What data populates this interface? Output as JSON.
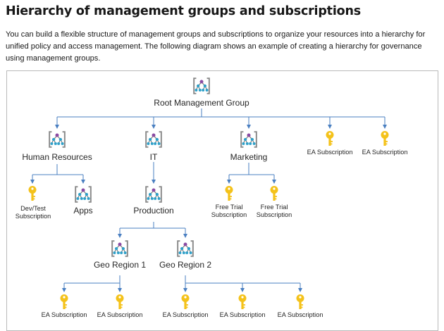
{
  "article": {
    "title": "Hierarchy of management groups and subscriptions",
    "intro": "You can build a flexible structure of management groups and subscriptions to organize your resources into a hierarchy for unified policy and access management. The following diagram shows an example of creating a hierarchy for governance using management groups."
  },
  "diagram": {
    "root": "Root Management Group",
    "human_resources": "Human Resources",
    "it": "IT",
    "marketing": "Marketing",
    "ea_sub_top_1": "EA Subscription",
    "ea_sub_top_2": "EA Subscription",
    "devtest_line1": "Dev/Test",
    "devtest_line2": "Subscription",
    "apps": "Apps",
    "production": "Production",
    "free_trial_1_line1": "Free Trial",
    "free_trial_1_line2": "Subscription",
    "free_trial_2_line1": "Free Trial",
    "free_trial_2_line2": "Subscription",
    "geo_region_1": "Geo Region 1",
    "geo_region_2": "Geo Region 2",
    "ea_sub_bottom_1": "EA Subscription",
    "ea_sub_bottom_2": "EA Subscription",
    "ea_sub_bottom_3": "EA Subscription",
    "ea_sub_bottom_4": "EA Subscription",
    "ea_sub_bottom_5": "EA Subscription"
  },
  "icons": {
    "management_group": "management-group-icon",
    "subscription": "subscription-key-icon"
  },
  "colors": {
    "connector": "#4a7fc1",
    "group_frame": "#888888",
    "group_top_node": "#8a4aa3",
    "group_bottom_nodes": "#2ea0c9",
    "key_gold": "#f4c21a"
  }
}
